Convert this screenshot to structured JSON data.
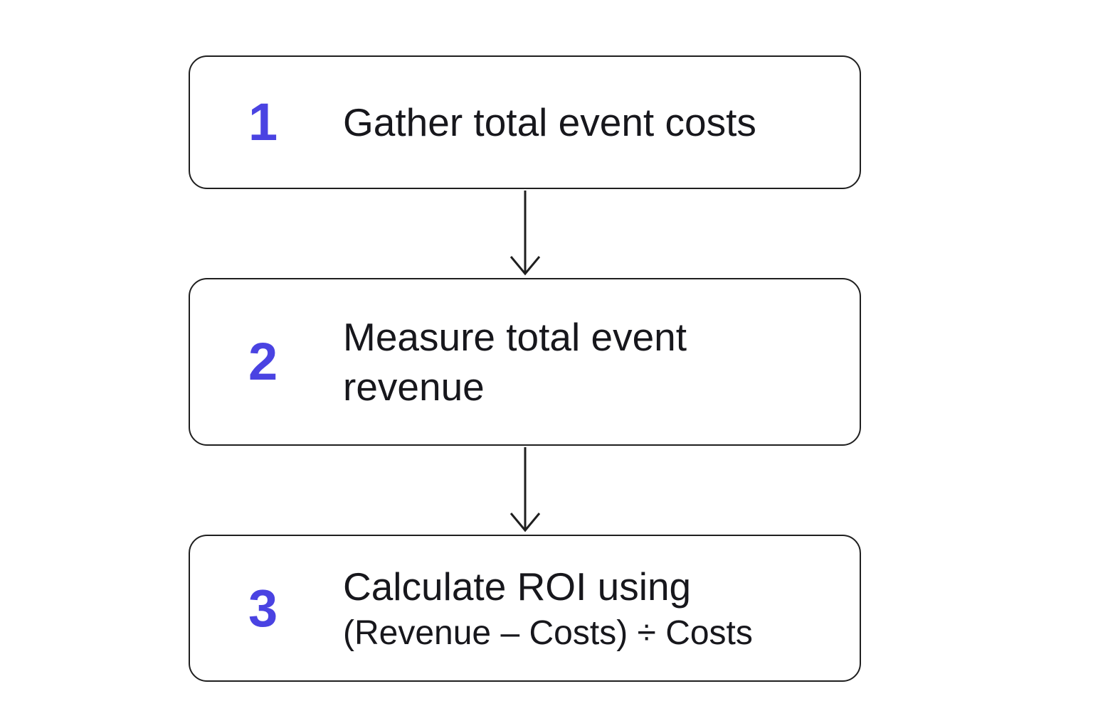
{
  "diagram": {
    "type": "flowchart",
    "colors": {
      "background": "#ffffff",
      "box_border": "#1f1f1f",
      "number": "#4a43e2",
      "text": "#17171c",
      "arrow": "#1f1f1f"
    },
    "steps": [
      {
        "number": "1",
        "line1": "Gather total event costs"
      },
      {
        "number": "2",
        "line1": "Measure total event",
        "line2": "revenue"
      },
      {
        "number": "3",
        "line1": "Calculate ROI using",
        "line2": "(Revenue – Costs) ÷ Costs"
      }
    ]
  }
}
